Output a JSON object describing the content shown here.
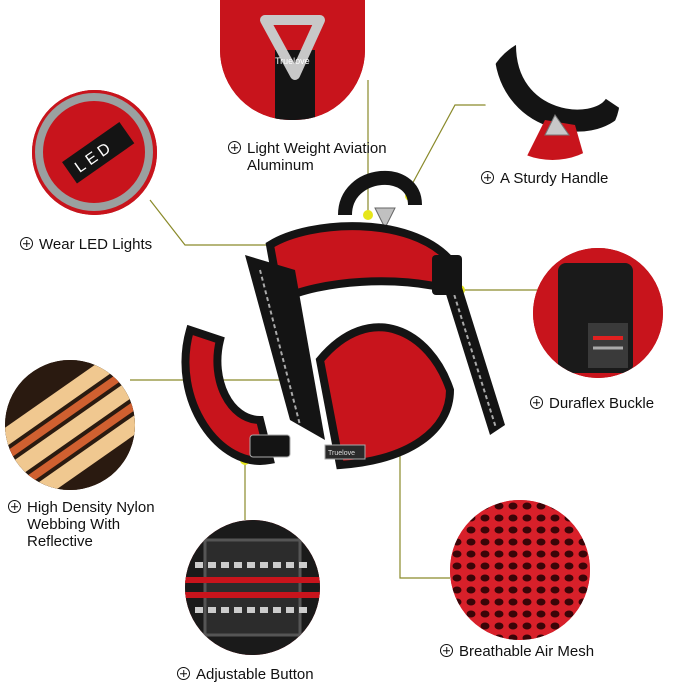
{
  "callouts": {
    "aviation": {
      "line1": "Light Weight Aviation",
      "line2": "Aluminum"
    },
    "handle": {
      "text": "A Sturdy Handle"
    },
    "led": {
      "text": "Wear LED Lights"
    },
    "buckle": {
      "text": "Duraflex Buckle"
    },
    "webbing": {
      "line1": "High Density Nylon",
      "line2": "Webbing With",
      "line3": "Reflective"
    },
    "button": {
      "text": "Adjustable Button"
    },
    "mesh": {
      "text": "Breathable Air Mesh"
    }
  },
  "embedded_text": {
    "led_tag": "LED",
    "brand_tag": "Truelove"
  },
  "colors": {
    "harness_red": "#c8141c",
    "webbing_black": "#141414",
    "leader_line": "#8a8a2a",
    "dot": "#e6e61a"
  }
}
